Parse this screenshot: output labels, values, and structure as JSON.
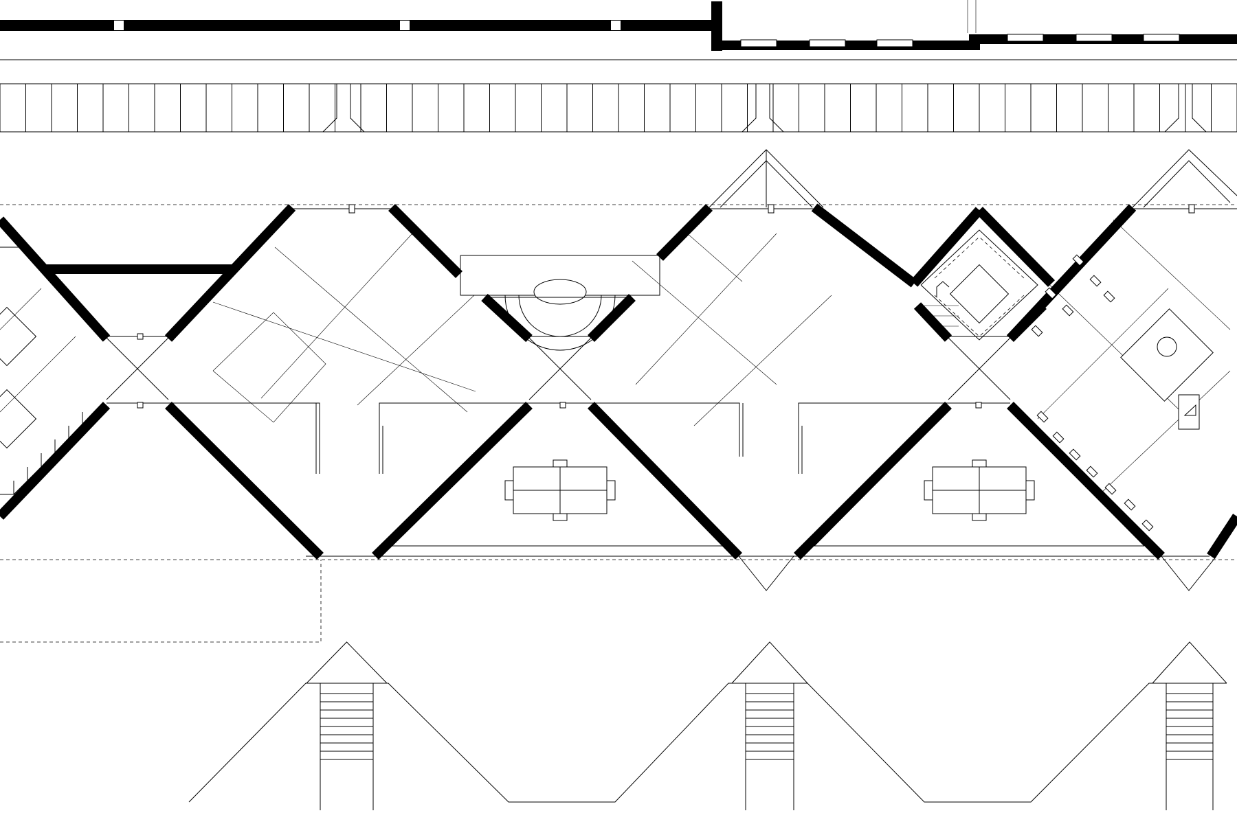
{
  "drawing": {
    "type": "architectural-floor-plan",
    "line_color": "#000000",
    "background_color": "#ffffff",
    "parking_spaces": 48,
    "diamond_pavilions": 3,
    "entry_stairs": 3,
    "desk_clusters": 2
  }
}
